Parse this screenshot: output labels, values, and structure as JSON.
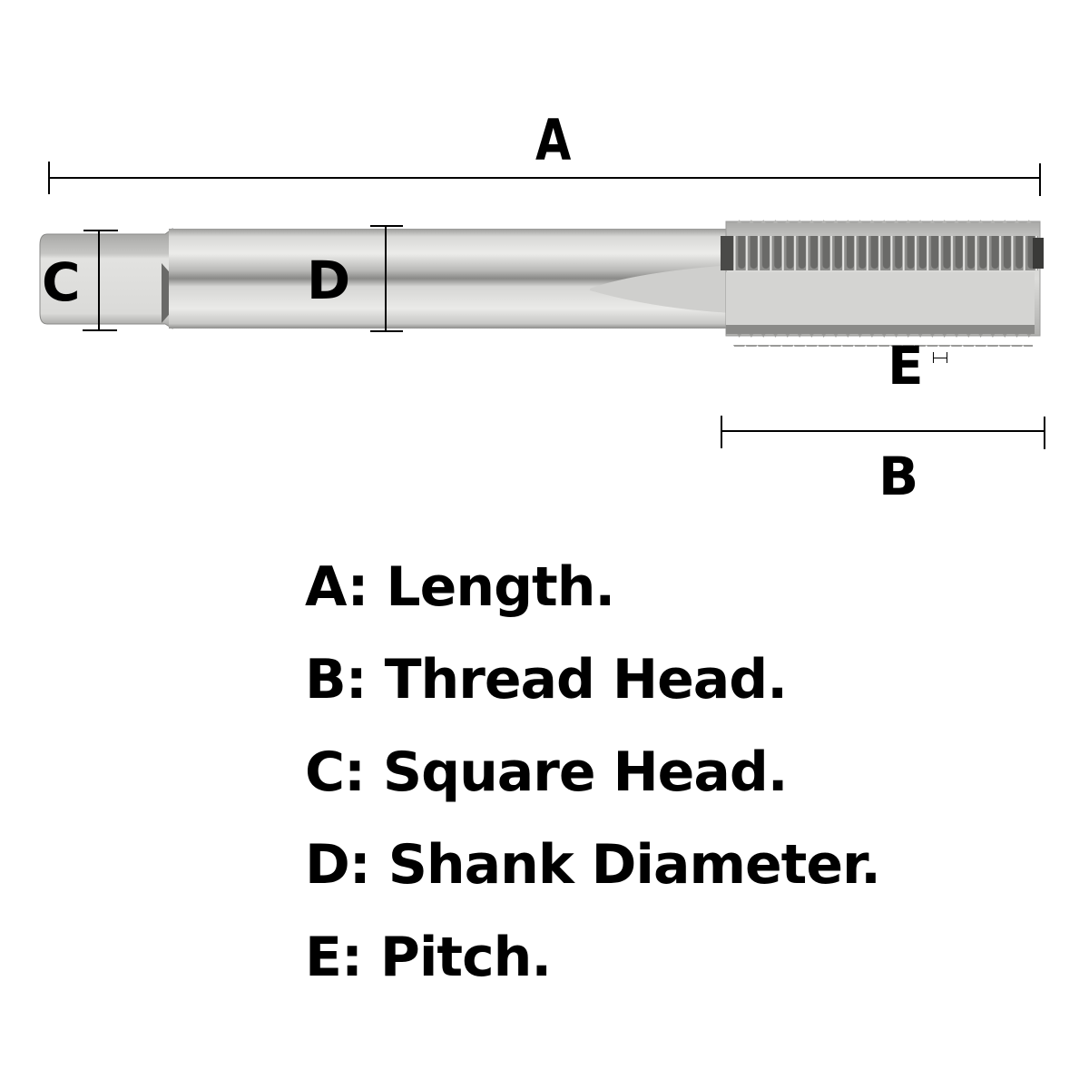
{
  "diagram": {
    "subject": "hand tap",
    "dimension_labels": {
      "a": "A",
      "b": "B",
      "c": "C",
      "d": "D",
      "e": "E"
    },
    "colors": {
      "line": "#000000",
      "steel_light": "#e6e6e4",
      "steel_mid": "#bdbdbb",
      "steel_dark": "#6e6e6c",
      "background": "#ffffff"
    }
  },
  "legend": {
    "items": [
      {
        "key": "A",
        "text": "A: Length."
      },
      {
        "key": "B",
        "text": "B: Thread Head."
      },
      {
        "key": "C",
        "text": "C: Square Head."
      },
      {
        "key": "D",
        "text": "D: Shank Diameter."
      },
      {
        "key": "E",
        "text": "E: Pitch."
      }
    ]
  }
}
